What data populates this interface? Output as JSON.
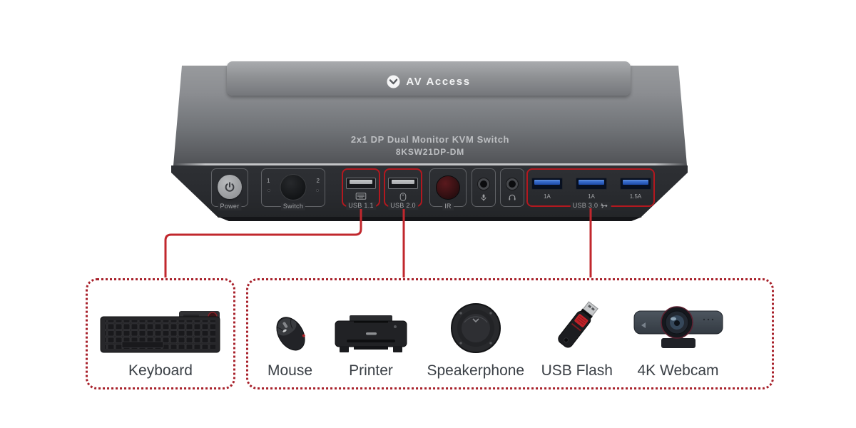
{
  "brand": {
    "logo_text": "AV Access"
  },
  "device": {
    "title_line1": "2x1 DP Dual Monitor KVM Switch",
    "title_line2": "8KSW21DP-DM",
    "ports": {
      "power": {
        "label": "Power"
      },
      "switch": {
        "label": "Switch",
        "indicator_left": "1",
        "indicator_right": "2"
      },
      "usb11": {
        "label": "USB 1.1"
      },
      "usb20": {
        "label": "USB 2.0"
      },
      "ir": {
        "label": "IR"
      },
      "usb30": {
        "label": "USB 3.0",
        "amps": [
          "1A",
          "1A",
          "1.5A"
        ]
      }
    }
  },
  "peripherals": {
    "keyboard_group": {
      "items": [
        {
          "label": "Keyboard"
        }
      ]
    },
    "usb_group": {
      "items": [
        {
          "label": "Mouse"
        },
        {
          "label": "Printer"
        },
        {
          "label": "Speakerphone"
        },
        {
          "label": "USB Flash"
        },
        {
          "label": "4K Webcam"
        }
      ]
    }
  },
  "colors": {
    "accent_red": "#c1272d",
    "dashed_red": "#a8212b",
    "usb_blue": "#2a5fc0",
    "panel_dark": "#2a2c30"
  }
}
